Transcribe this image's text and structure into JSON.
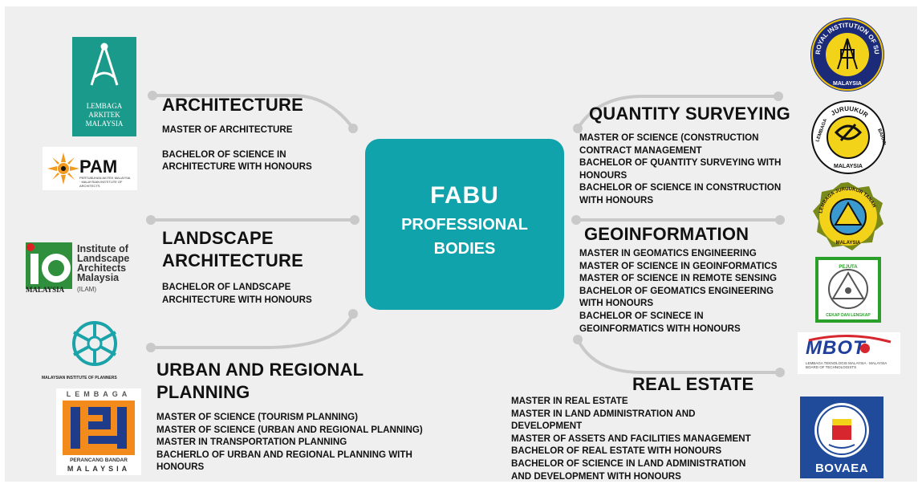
{
  "center": {
    "title": "FABU",
    "subtitle_line1": "PROFESSIONAL",
    "subtitle_line2": "BODIES",
    "color": "#11a3ab"
  },
  "architecture": {
    "heading": "ARCHITECTURE",
    "items": [
      "MASTER OF ARCHITECTURE",
      "",
      "BACHELOR OF SCIENCE IN",
      "ARCHITECTURE WITH HONOURS"
    ]
  },
  "landscape": {
    "heading_line1": "LANDSCAPE",
    "heading_line2": "ARCHITECTURE",
    "items": [
      "BACHELOR OF LANDSCAPE",
      "ARCHITECTURE WITH HONOURS"
    ]
  },
  "urban": {
    "heading_line1": "URBAN AND REGIONAL",
    "heading_line2": "PLANNING",
    "items": [
      "MASTER OF SCIENCE (TOURISM PLANNING)",
      "MASTER OF SCIENCE (URBAN AND REGIONAL PLANNING)",
      "MASTER IN TRANSPORTATION PLANNING",
      "BACHERLO OF URBAN AND REGIONAL PLANNING WITH",
      "HONOURS"
    ]
  },
  "quantity": {
    "heading": "QUANTITY SURVEYING",
    "items": [
      "MASTER OF SCIENCE (CONSTRUCTION",
      "CONTRACT MANAGEMENT",
      "BACHELOR OF QUANTITY SURVEYING WITH",
      "HONOURS",
      "BACHELOR OF SCIENCE IN CONSTRUCTION",
      "WITH HONOURS"
    ]
  },
  "geo": {
    "heading": "GEOINFORMATION",
    "items": [
      "MASTER IN GEOMATICS ENGINEERING",
      "MASTER OF SCIENCE IN GEOINFORMATICS",
      "MASTER OF SCIENCE IN REMOTE SENSING",
      "BACHELOR OF GEOMATICS ENGINEERING",
      "WITH HONOURS",
      "BACHELOR OF SCINECE IN",
      "GEOINFORMATICS WITH HONOURS"
    ]
  },
  "realestate": {
    "heading": "REAL ESTATE",
    "items": [
      "MASTER IN REAL ESTATE",
      "MASTER IN LAND ADMINISTRATION AND",
      "DEVELOPMENT",
      "MASTER OF ASSETS AND FACILITIES MANAGEMENT",
      "BACHELOR OF REAL ESTATE WITH HONOURS",
      "BACHELOR OF SCIENCE IN LAND ADMINISTRATION",
      "AND DEVELOPMENT WITH HONOURS"
    ]
  },
  "logos": {
    "lam": {
      "line1": "LEMBAGA",
      "line2": "ARKITEK",
      "line3": "MALAYSIA"
    },
    "pam": {
      "word": "PAM",
      "sub": "PERTUBUHAN AKITEK MALAYSIA · MALAYSIAN INSTITUTE OF ARCHITECTS"
    },
    "ilam": {
      "line1": "Institute of",
      "line2": "Landscape",
      "line3": "Architects",
      "line4": "Malaysia",
      "country": "MALAYSIA",
      "abbr": "(ILAM)"
    },
    "mip": {
      "caption": "MALAYSIAN INSTITUTE OF PLANNERS"
    },
    "planner": {
      "top": "LEMBAGA",
      "bottom1": "PERANCANG BANDAR",
      "bottom2": "MALAYSIA"
    },
    "rism": {
      "ring": "ROYAL INSTITUTION OF SURVEYORS",
      "country": "MALAYSIA"
    },
    "bqsm": {
      "ring_left": "LEMBAGA",
      "ring_top": "JURUUKUR",
      "ring_right": "BAHAN",
      "country": "MALAYSIA"
    },
    "ljt": {
      "ring": "LEMBAGA JURUUKUR TANAH",
      "country": "MALAYSIA"
    },
    "pejuta": {
      "top": "PEJUTA",
      "bottom": "CEKAP DAN LENGKAP"
    },
    "mbot": {
      "word": "MBOT",
      "sub": "LEMBAGA TEKNOLOGIS MALAYSIA · MALAYSIA BOARD OF TECHNOLOGISTS"
    },
    "bovaea": {
      "word": "BOVAEA"
    }
  }
}
